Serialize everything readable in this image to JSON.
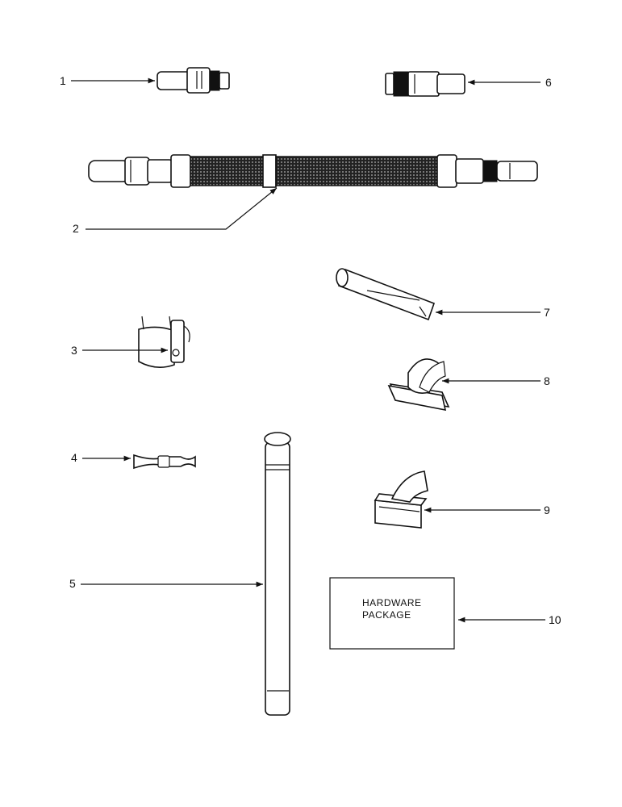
{
  "parts": [
    {
      "callout": "1",
      "name": "hose-end-connector"
    },
    {
      "callout": "2",
      "name": "extension-hose"
    },
    {
      "callout": "3",
      "name": "hose-clip"
    },
    {
      "callout": "4",
      "name": "hose-strap"
    },
    {
      "callout": "5",
      "name": "extension-wand"
    },
    {
      "callout": "6",
      "name": "wand-end-connector"
    },
    {
      "callout": "7",
      "name": "crevice-tool"
    },
    {
      "callout": "8",
      "name": "upholstery-nozzle"
    },
    {
      "callout": "9",
      "name": "dusting-brush"
    },
    {
      "callout": "10",
      "name": "hardware-package"
    }
  ],
  "hardware_package": {
    "line1": "HARDWARE",
    "line2": "PACKAGE"
  }
}
